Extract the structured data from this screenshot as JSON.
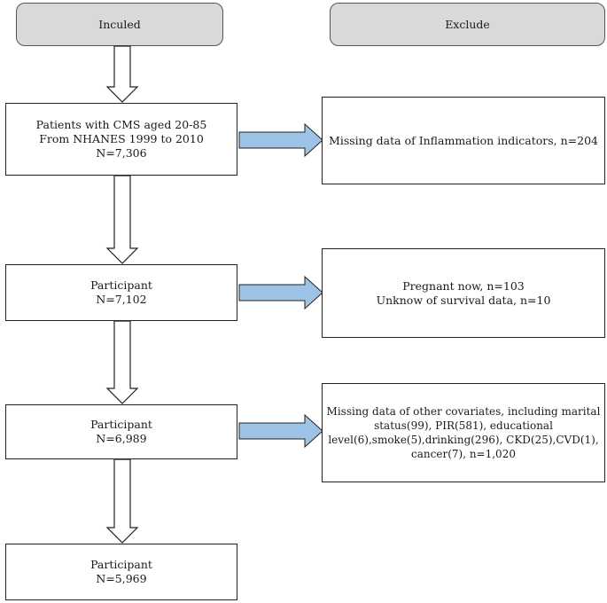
{
  "headers": {
    "included": "Inculed",
    "excluded": "Exclude"
  },
  "steps": [
    {
      "lines": [
        "Patients with CMS aged 20-85",
        "From NHANES 1999 to 2010",
        "N=7,306"
      ]
    },
    {
      "lines": [
        "Participant",
        "N=7,102"
      ]
    },
    {
      "lines": [
        "Participant",
        "N=6,989"
      ]
    },
    {
      "lines": [
        "Participant",
        "N=5,969"
      ]
    }
  ],
  "exclusions": [
    {
      "lines": [
        "Missing data of Inflammation indicators, n=204"
      ]
    },
    {
      "lines": [
        "Pregnant now, n=103",
        "Unknow of survival data, n=10"
      ]
    },
    {
      "lines": [
        "Missing data of other covariates, including marital",
        "status(99), PIR(581), educational",
        "level(6),smoke(5),drinking(296), CKD(25),CVD(1),",
        "cancer(7), n=1,020"
      ]
    }
  ],
  "colors": {
    "header_fill": "#d9d9d9",
    "right_arrow_fill": "#9dc3e6",
    "down_arrow_fill": "#ffffff"
  }
}
